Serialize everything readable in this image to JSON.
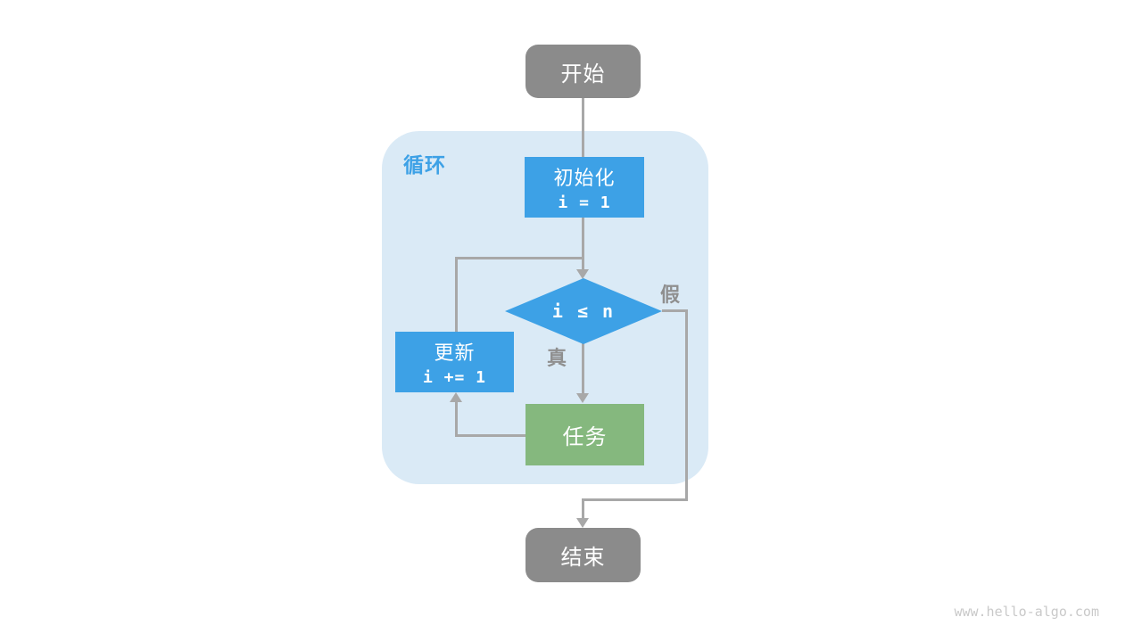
{
  "diagram": {
    "loop_label": "循环",
    "nodes": {
      "start": {
        "label": "开始"
      },
      "init": {
        "label": "初始化",
        "code": "i = 1"
      },
      "condition": {
        "code": "i ≤ n"
      },
      "update": {
        "label": "更新",
        "code": "i += 1"
      },
      "task": {
        "label": "任务"
      },
      "end": {
        "label": "结束"
      }
    },
    "branch_labels": {
      "true": "真",
      "false": "假"
    }
  },
  "watermark": "www.hello-algo.com",
  "colors": {
    "node-gray": "#8b8b8b",
    "accent-blue": "#3da1e6",
    "task-green": "#85b87e",
    "loop-bg": "#daeaf6",
    "line-gray": "#a8a8a8",
    "label-gray": "#8f8f8f",
    "watermark-gray": "#c9c9c9"
  }
}
